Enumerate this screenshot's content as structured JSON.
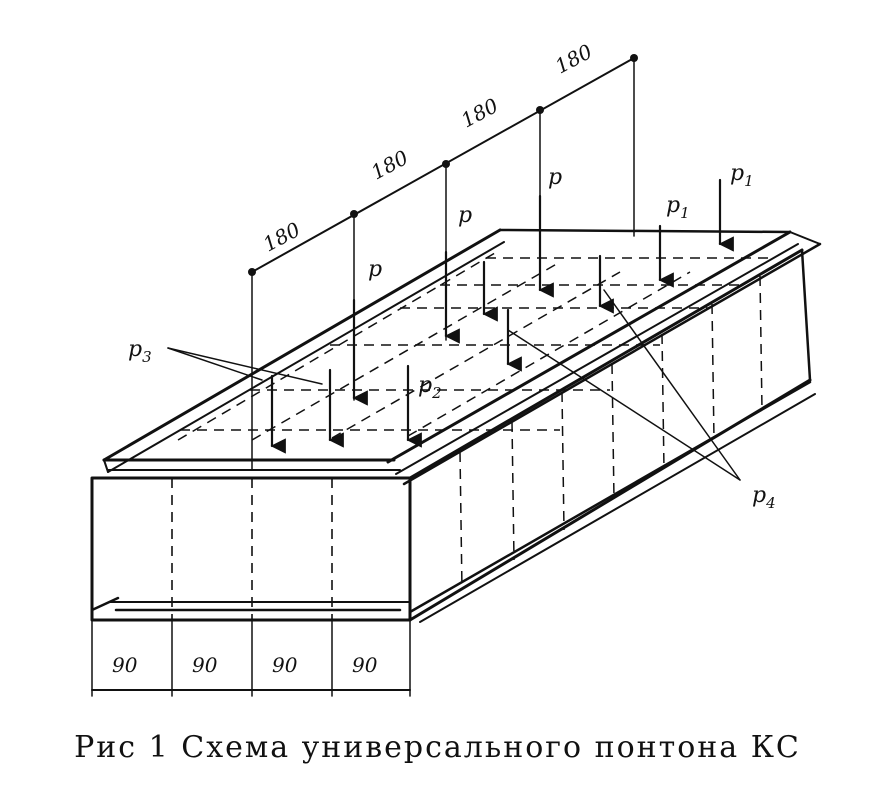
{
  "diagram": {
    "top_dimensions": [
      "180",
      "180",
      "180",
      "180"
    ],
    "bottom_dimensions": [
      "90",
      "90",
      "90",
      "90"
    ],
    "loads": {
      "p_a": "p",
      "p_b": "p",
      "p_c": "p",
      "p1": {
        "base": "p",
        "sub": "1"
      },
      "p1b": {
        "base": "p",
        "sub": "1"
      },
      "p2": {
        "base": "p",
        "sub": "2"
      },
      "p3": {
        "base": "p",
        "sub": "3"
      },
      "p4": {
        "base": "p",
        "sub": "4"
      }
    }
  },
  "caption": "Рис 1 Схема универсального понтона КС"
}
